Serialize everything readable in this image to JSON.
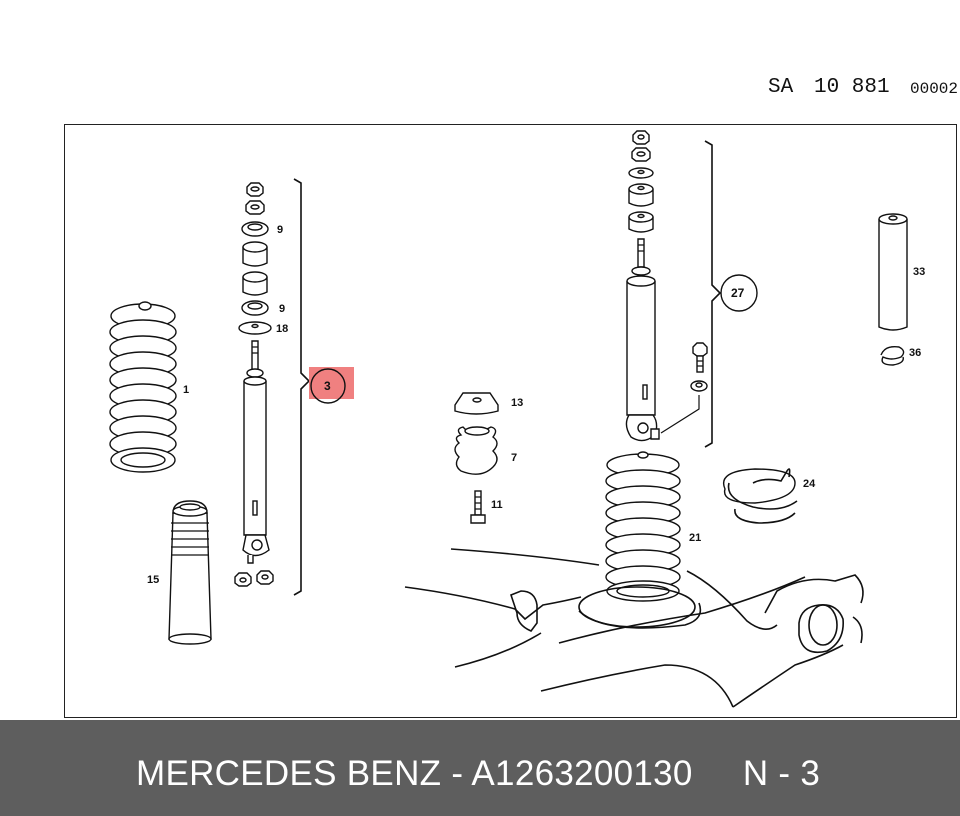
{
  "header": {
    "prefix": "SA",
    "number": "10 881",
    "sheet": "00002"
  },
  "labels": {
    "l1": "1",
    "l9a": "9",
    "l9b": "9",
    "l18": "18",
    "l15": "15",
    "l13": "13",
    "l7": "7",
    "l11": "11",
    "l21": "21",
    "l24": "24",
    "l33": "33",
    "l36": "36"
  },
  "callouts": {
    "c3": "3",
    "c27": "27"
  },
  "highlight_color": "#f08080",
  "footer": {
    "text": "MERCEDES BENZ - A1263200130     N - 3"
  }
}
